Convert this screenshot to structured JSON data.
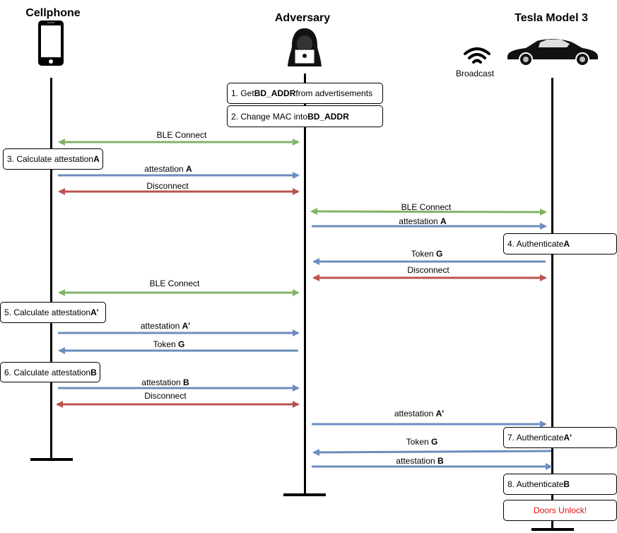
{
  "actors": {
    "cellphone": "Cellphone",
    "adversary": "Adversary",
    "tesla": "Tesla Model 3",
    "broadcast": "Broadcast"
  },
  "steps": {
    "s1_pre": "1. Get ",
    "s1_bold": "BD_ADDR",
    "s1_post": " from advertisements",
    "s2_pre": "2. Change MAC into ",
    "s2_bold": "BD_ADDR",
    "s3_pre": "3. Calculate attestation ",
    "s3_bold": "A",
    "s4_pre": "4. Authenticate ",
    "s4_bold": "A",
    "s5_pre": "5. Calculate attestation ",
    "s5_bold": "A'",
    "s6_pre": "6. Calculate attestation ",
    "s6_bold": "B",
    "s7_pre": "7. Authenticate ",
    "s7_bold": "A'",
    "s8_pre": "8. Authenticate ",
    "s8_bold": "B",
    "doors": "Doors Unlock!"
  },
  "messages": {
    "ble_connect": "BLE Connect",
    "disconnect": "Disconnect",
    "attestation": "attestation ",
    "token": "Token ",
    "A": "A",
    "A_prime": "A'",
    "B": "B",
    "G": "G"
  },
  "colors": {
    "green": "#82b366",
    "blue": "#6c8ebf",
    "red": "#b85450"
  }
}
